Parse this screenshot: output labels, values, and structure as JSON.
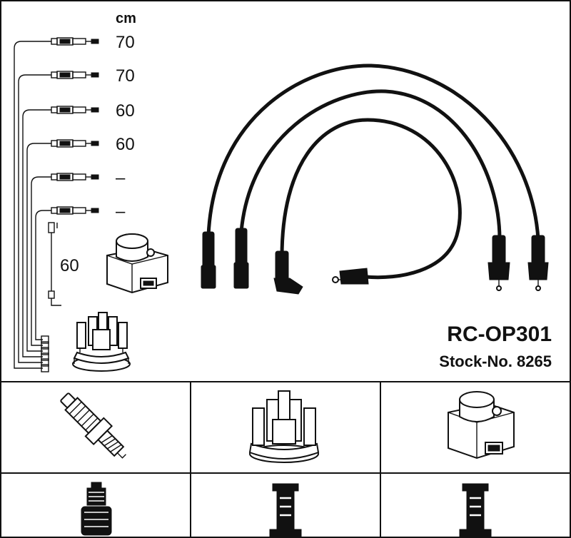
{
  "header": {
    "unit_label": "cm"
  },
  "cables": [
    {
      "length": "70"
    },
    {
      "length": "70"
    },
    {
      "length": "60"
    },
    {
      "length": "60"
    },
    {
      "length": "–"
    },
    {
      "length": "–"
    }
  ],
  "coil_cable": {
    "length": "60"
  },
  "product": {
    "code": "RC-OP301",
    "stock": "Stock-No. 8265"
  },
  "components_row": [
    {
      "icon": "spark-plug-icon"
    },
    {
      "icon": "distributor-cap-icon"
    },
    {
      "icon": "ignition-coil-icon"
    }
  ],
  "connectors_row": [
    {
      "icon": "straight-plug-connector-icon"
    },
    {
      "icon": "cap-terminal-connector-icon"
    },
    {
      "icon": "coil-terminal-connector-icon"
    }
  ]
}
